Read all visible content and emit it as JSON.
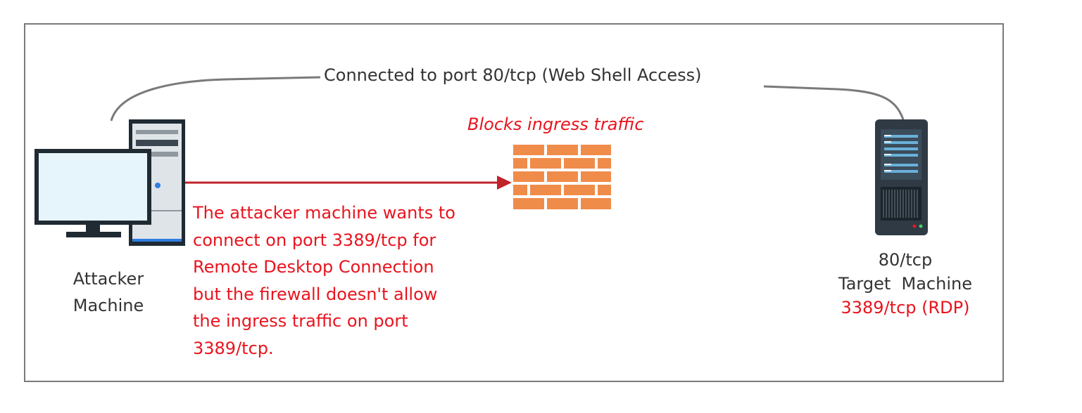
{
  "connection": {
    "label": "Connected to port 80/tcp (Web Shell Access)",
    "line_color": "#7a7a7a"
  },
  "firewall": {
    "caption": "Blocks ingress traffic",
    "icon": "brick-wall-firewall-icon",
    "brick_color": "#f08c4a"
  },
  "attacker": {
    "label_line1": "Attacker",
    "label_line2": "Machine",
    "icon": "desktop-computer-icon"
  },
  "attempt": {
    "arrow_color": "#c0232a",
    "lines": [
      "The attacker machine wants to",
      "connect on port 3389/tcp for",
      "Remote Desktop Connection",
      "but the firewall doesn't allow",
      "the ingress traffic on port",
      "3389/tcp."
    ]
  },
  "target": {
    "icon": "server-tower-icon",
    "port_http": "80/tcp",
    "name": "Target  Machine",
    "port_rdp": "3389/tcp (RDP)"
  },
  "colors": {
    "alert_red": "#e8141e",
    "text_gray": "#333333",
    "monitor_screen": "#e6f4fb",
    "server_body": "#2f3a44"
  }
}
